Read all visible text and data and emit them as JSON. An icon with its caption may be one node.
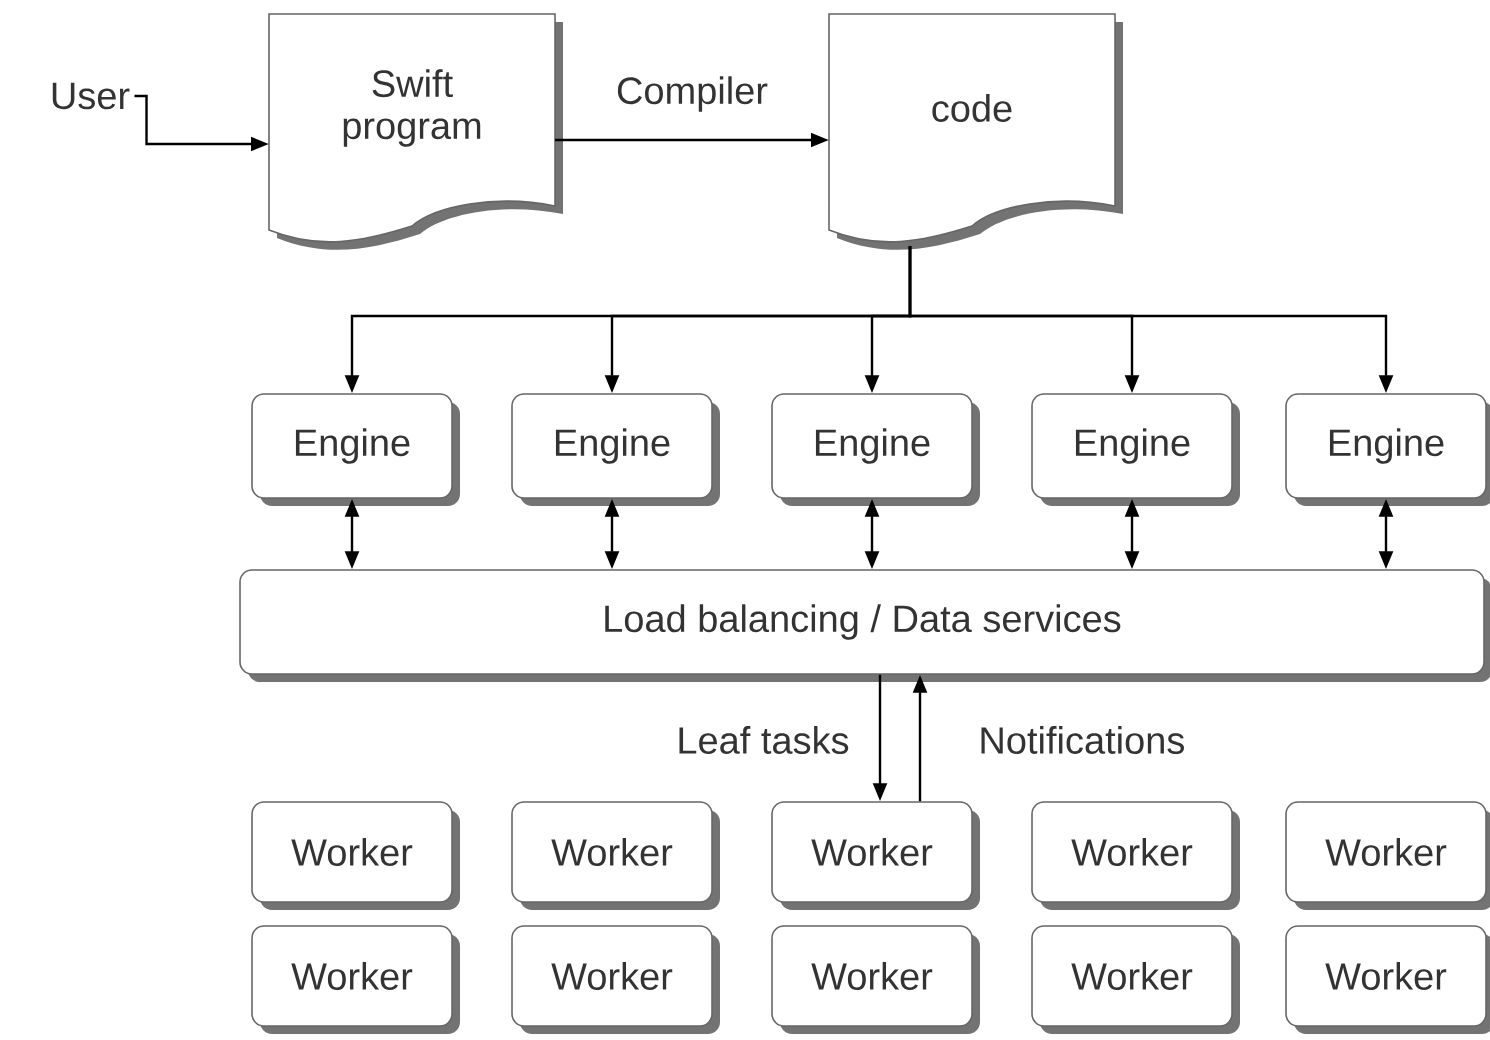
{
  "diagram": {
    "nodes": [
      {
        "text": [
          "User"
        ]
      },
      {
        "text": [
          "Swift program"
        ]
      },
      {
        "text": [
          "code"
        ]
      },
      {
        "text": [
          "Engine"
        ]
      },
      {
        "text": [
          "Engine"
        ]
      },
      {
        "text": [
          "Engine"
        ]
      },
      {
        "text": [
          "Engine"
        ]
      },
      {
        "text": [
          "Engine"
        ]
      },
      {
        "text": [
          "Load balancing / Data services"
        ]
      },
      {
        "text": [
          "Worker"
        ]
      },
      {
        "text": [
          "Worker"
        ]
      },
      {
        "text": [
          "Worker"
        ]
      },
      {
        "text": [
          "Worker"
        ]
      },
      {
        "text": [
          "Worker"
        ]
      },
      {
        "text": [
          "Worker"
        ]
      },
      {
        "text": [
          "Worker"
        ]
      },
      {
        "text": [
          "Worker"
        ]
      },
      {
        "text": [
          "Worker"
        ]
      },
      {
        "text": [
          "Worker"
        ]
      }
    ],
    "edges": [
      {
        "from": 0,
        "to": 1,
        "arrow": "to"
      },
      {
        "from": 1,
        "to": 2,
        "arrow": "to",
        "label": "Compiler"
      },
      {
        "from": 2,
        "to": 3,
        "arrow": "to"
      },
      {
        "from": 2,
        "to": 4,
        "arrow": "to"
      },
      {
        "from": 2,
        "to": 5,
        "arrow": "to"
      },
      {
        "from": 2,
        "to": 6,
        "arrow": "to"
      },
      {
        "from": 2,
        "to": 7,
        "arrow": "to"
      },
      {
        "from": 3,
        "to": 8,
        "arrow": "both"
      },
      {
        "from": 4,
        "to": 8,
        "arrow": "both"
      },
      {
        "from": 5,
        "to": 8,
        "arrow": "both"
      },
      {
        "from": 6,
        "to": 8,
        "arrow": "both"
      },
      {
        "from": 7,
        "to": 8,
        "arrow": "both"
      },
      {
        "from": 8,
        "to": 11,
        "arrow": "to",
        "label": "Leaf tasks"
      },
      {
        "from": 11,
        "to": 8,
        "arrow": "to",
        "label": "Notifications"
      }
    ]
  }
}
